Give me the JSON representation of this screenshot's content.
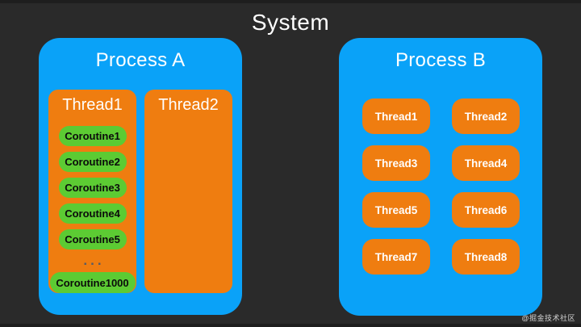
{
  "title": "System",
  "colors": {
    "background": "#2A2A2A",
    "process_fill": "#0AA2F8",
    "thread_fill": "#EF7D10",
    "coroutine_fill": "#5CCB33",
    "ellipsis_color": "#565B66",
    "label_text": "#FFFFFF",
    "coroutine_text": "#0B0B0B"
  },
  "process_a": {
    "label": "Process A",
    "thread1": {
      "label": "Thread1",
      "coroutines": [
        "Coroutine1",
        "Coroutine2",
        "Coroutine3",
        "Coroutine4",
        "Coroutine5"
      ],
      "ellipsis": "...",
      "last_coroutine": "Coroutine1000"
    },
    "thread2": {
      "label": "Thread2"
    }
  },
  "process_b": {
    "label": "Process B",
    "threads": [
      "Thread1",
      "Thread2",
      "Thread3",
      "Thread4",
      "Thread5",
      "Thread6",
      "Thread7",
      "Thread8"
    ]
  },
  "watermark": "@掘金技术社区"
}
